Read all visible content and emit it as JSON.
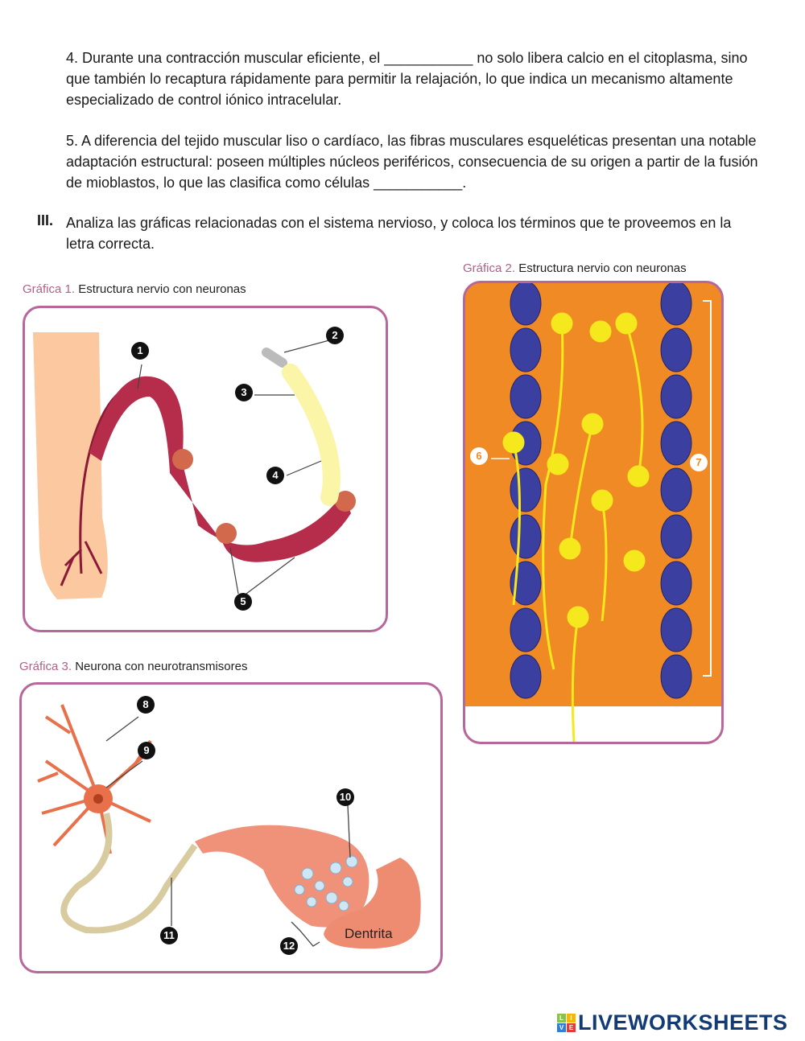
{
  "questions": [
    {
      "text": "4. Durante una contracción muscular eficiente, el ___________ no solo libera calcio en el citoplasma, sino que también lo recaptura rápidamente para permitir la relajación, lo que indica un mecanismo altamente especializado de control iónico intracelular."
    },
    {
      "text": "5. A diferencia del tejido muscular liso o cardíaco, las fibras musculares esqueléticas presentan una notable adaptación estructural: poseen múltiples núcleos periféricos, consecuencia de su origen a partir de la fusión de mioblastos, lo que las clasifica como células ___________."
    }
  ],
  "section": {
    "numeral": "III.",
    "text": "Analiza las gráficas relacionadas con el sistema nervioso, y coloca los términos que te proveemos en la letra correcta."
  },
  "figures": [
    {
      "prefix": "Gráfica 1.",
      "title": "Estructura nervio con neuronas",
      "labels": [
        "1",
        "2",
        "3",
        "4",
        "5"
      ]
    },
    {
      "prefix": "Gráfica 2.",
      "title": "Estructura nervio con neuronas",
      "labels": [
        "6",
        "7"
      ]
    },
    {
      "prefix": "Gráfica 3.",
      "title": "Neurona con neurotransmisores",
      "labels": [
        "8",
        "9",
        "10",
        "11",
        "12"
      ],
      "dendrite_label": "Dentrita"
    }
  ],
  "logo": {
    "text": "LIVEWORKSHEETS",
    "letters": [
      "L",
      "I",
      "V",
      "E"
    ]
  },
  "colors": {
    "frame": "#b7679a",
    "orange": "#f08a24",
    "nerve": "#b52d4a",
    "logo": "#123a74"
  }
}
